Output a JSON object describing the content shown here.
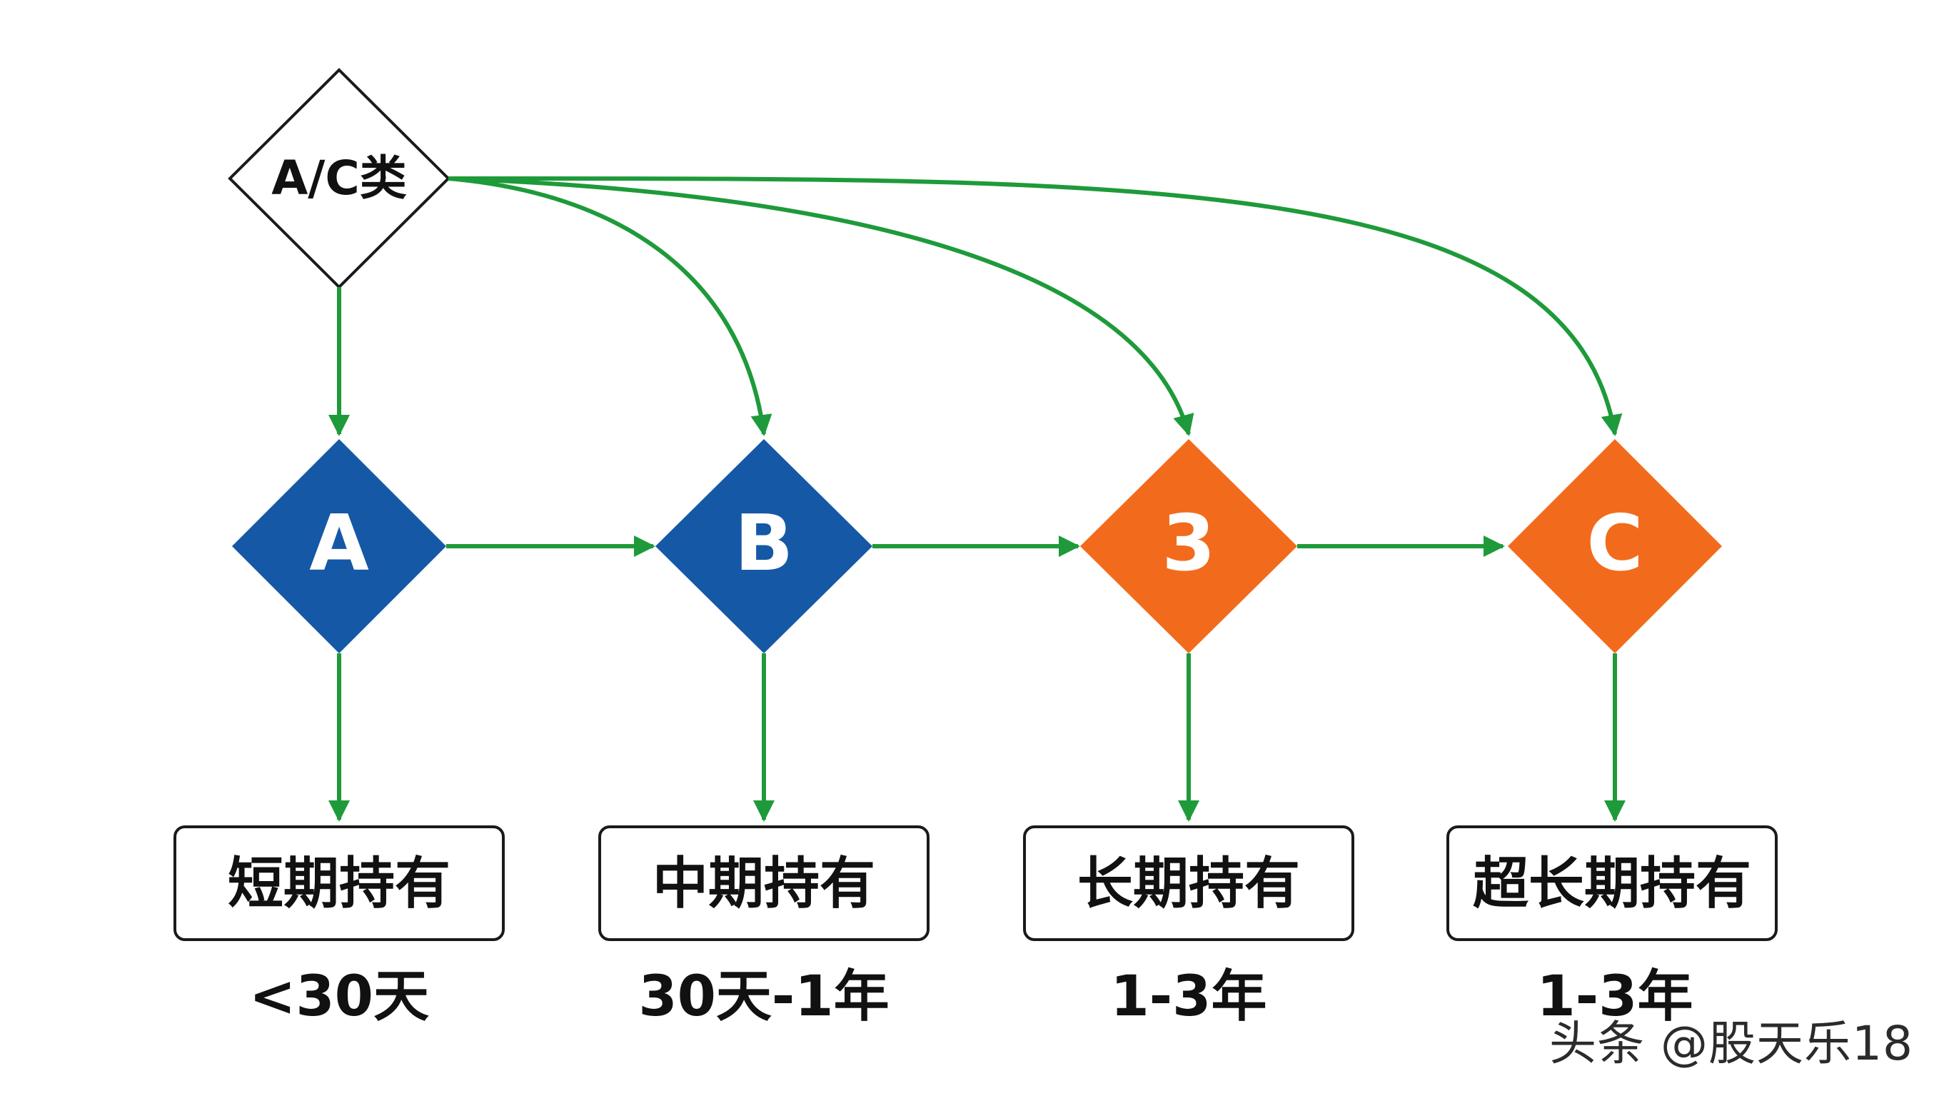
{
  "root": {
    "label": "A/C类"
  },
  "nodes": [
    {
      "label": "A",
      "color": "#1558A6",
      "box_label": "短期持有",
      "period": "<30天"
    },
    {
      "label": "B",
      "color": "#1558A6",
      "box_label": "中期持有",
      "period": "30天-1年"
    },
    {
      "label": "3",
      "color": "#F26B1D",
      "box_label": "长期持有",
      "period": "1-3年"
    },
    {
      "label": "C",
      "color": "#F26B1D",
      "box_label": "超长期持有",
      "period": "1-3年"
    }
  ],
  "arrow_color": "#1E9A3A",
  "watermark": "头条 @股天乐18"
}
